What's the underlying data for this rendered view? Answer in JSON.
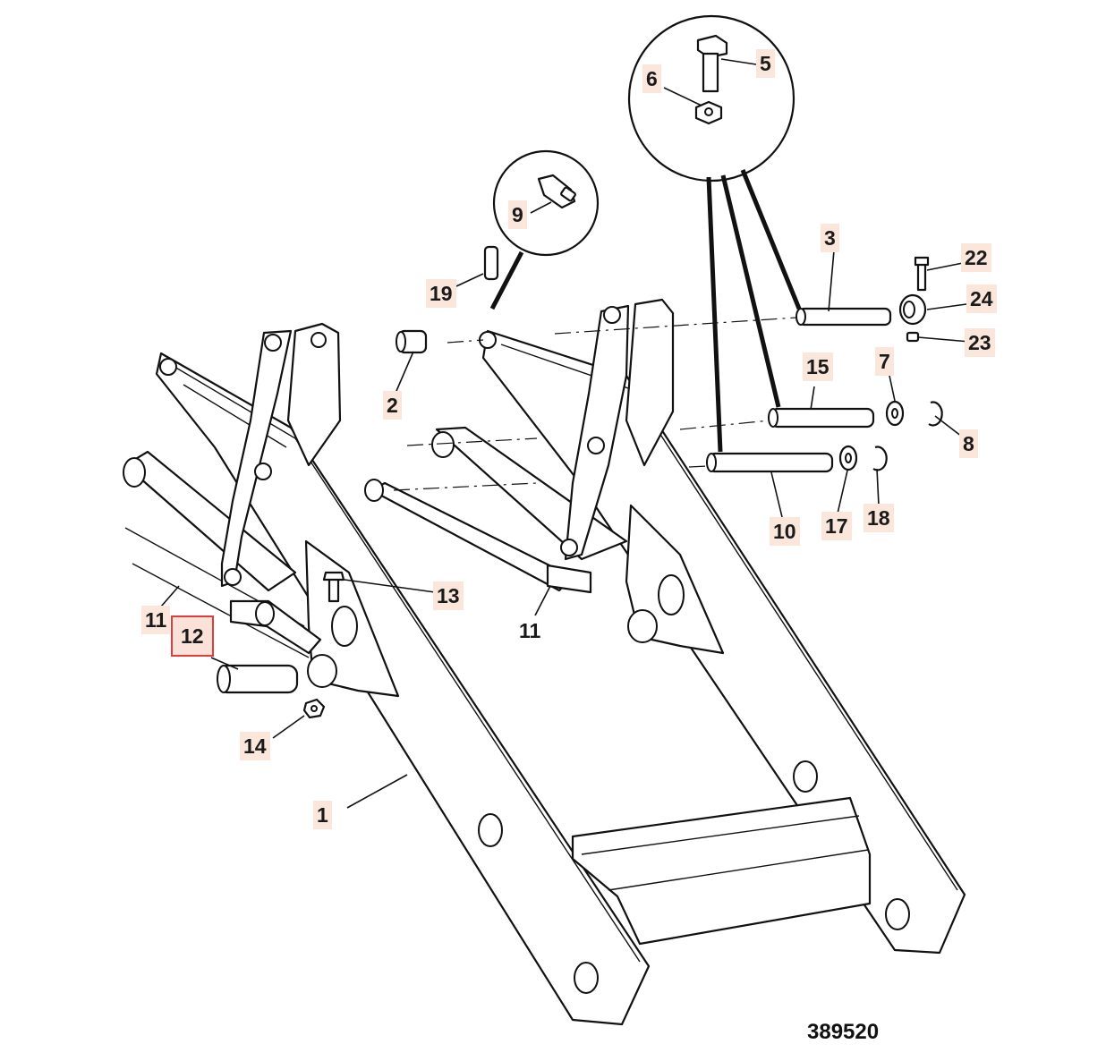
{
  "drawing_number": "389520",
  "labels": {
    "l1": "1",
    "l2": "2",
    "l3": "3",
    "l5": "5",
    "l6": "6",
    "l7": "7",
    "l8": "8",
    "l9": "9",
    "l10": "10",
    "l11a": "11",
    "l11b": "11",
    "l12": "12",
    "l13": "13",
    "l14": "14",
    "l15": "15",
    "l17": "17",
    "l18": "18",
    "l19": "19",
    "l22": "22",
    "l23": "23",
    "l24": "24"
  },
  "highlight_color": "#e23c3c",
  "tag_color": "#fbe6dc"
}
